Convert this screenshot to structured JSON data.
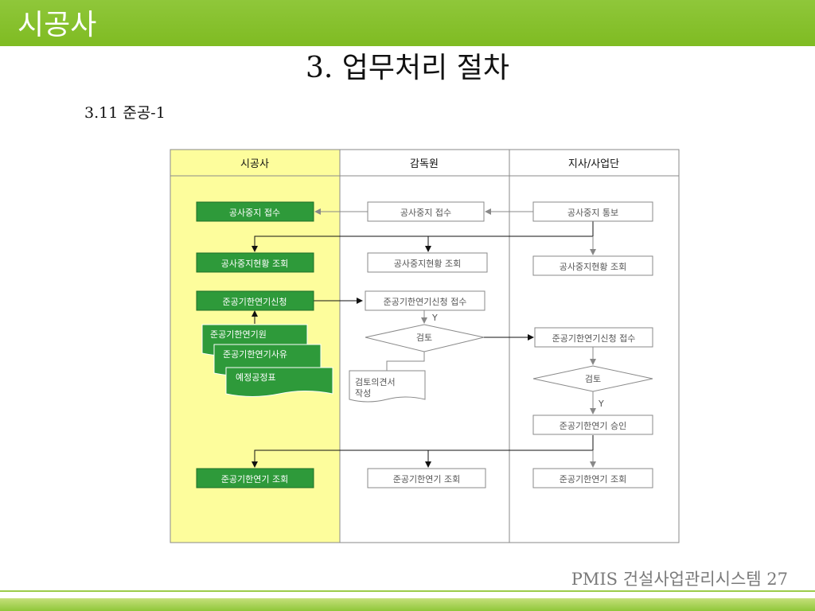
{
  "header": {
    "title": "시공사"
  },
  "page": {
    "title": "3. 업무처리 절차",
    "subtitle": "3.11 준공-1"
  },
  "lanes": [
    "시공사",
    "감독원",
    "지사/사업단"
  ],
  "nodes": {
    "c1": "공사중지 접수",
    "c2": "공사중지현황 조회",
    "c3": "준공기한연기신청",
    "c4": "준공기한연기원",
    "c5": "준공기한연기사유",
    "c6": "예정공정표",
    "c7": "준공기한연기 조회",
    "s1": "공사중지 접수",
    "s2": "공사중지현황 조회",
    "s3": "준공기한연기신청 접수",
    "s4": "검토",
    "s5_line1": "검토의견서",
    "s5_line2": "작성",
    "s6": "준공기한연기 조회",
    "h1": "공사중지 통보",
    "h2": "공사중지현황 조회",
    "h3": "준공기한연기신청 접수",
    "h4": "검토",
    "h5": "준공기한연기 승인",
    "h6": "준공기한연기 조회"
  },
  "labels": {
    "yes": "Y"
  },
  "footer": {
    "text": "PMIS 건설사업관리시스템 27"
  },
  "colors": {
    "accent": "#8dc63f",
    "node_fill": "#2e9a3a",
    "lane_highlight": "#fdfd9c"
  }
}
